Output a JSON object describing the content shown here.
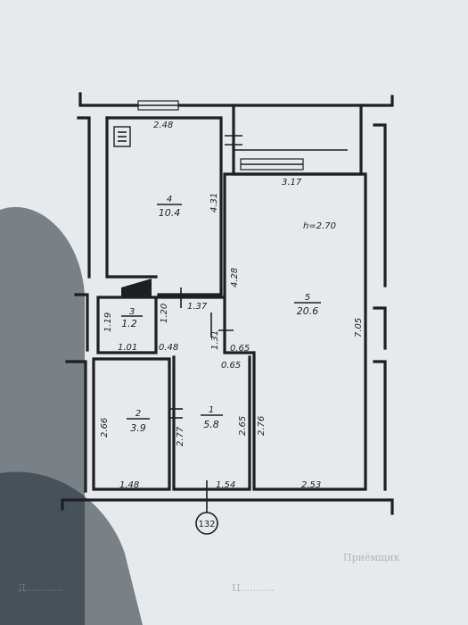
{
  "ceiling_height": "h=2.70",
  "axis_marker": "132",
  "rooms": [
    {
      "number": "4",
      "area": "10.4"
    },
    {
      "number": "5",
      "area": "20.6"
    },
    {
      "number": "3",
      "area": "1.2"
    },
    {
      "number": "2",
      "area": "3.9"
    },
    {
      "number": "1",
      "area": "5.8"
    }
  ],
  "dimensions": {
    "d_2_48": "2.48",
    "d_3_17": "3.17",
    "d_4_31": "4.31",
    "d_4_28": "4.28",
    "d_7_05": "7.05",
    "d_1_19": "1.19",
    "d_1_20": "1.20",
    "d_1_37": "1.37",
    "d_1_31": "1.31",
    "d_0_65_top": "0.65",
    "d_0_65_bottom": "0.65",
    "d_1_01": "1.01",
    "d_0_48": "0.48",
    "d_2_66": "2.66",
    "d_2_77": "2.77",
    "d_2_65": "2.65",
    "d_2_76": "2.76",
    "d_1_48": "1.48",
    "d_1_54": "1.54",
    "d_2_53": "2.53"
  },
  "faded_text": {
    "bottom_right": "Приёмщик",
    "bottom_right_name": "Ц...........",
    "bottom_left": "Д............"
  }
}
